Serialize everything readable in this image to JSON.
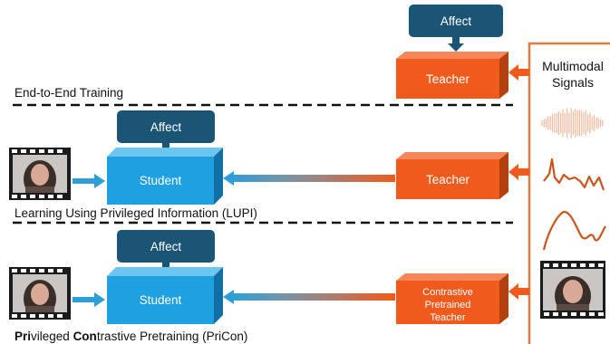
{
  "section_titles": {
    "end_to_end": "End-to-End Training",
    "lupi": "Learning Using Privileged Information (LUPI)",
    "pricon_parts": [
      "Pri",
      "vileged ",
      "Con",
      "trastive Pretraining (PriCon)"
    ]
  },
  "signals_panel": {
    "title_line1": "Multimodal",
    "title_line2": "Signals",
    "items": [
      "audio-waveform",
      "signal-trace",
      "smooth-curve",
      "video-frame"
    ]
  },
  "top_row": {
    "affect_label": "Affect",
    "teacher_label": "Teacher"
  },
  "lupi_row": {
    "affect_label": "Affect",
    "student_label": "Student",
    "teacher_label": "Teacher"
  },
  "pricon_row": {
    "affect_label": "Affect",
    "student_label": "Student",
    "teacher_line1": "Contrastive",
    "teacher_line2": "Pretrained",
    "teacher_line3": "Teacher"
  },
  "colors": {
    "affect_box": "#1b5576",
    "student_box": "#1fa0e0",
    "teacher_box": "#f05a1c",
    "panel_border": "#e07a45",
    "arrow_blue": "#2e9ed6",
    "arrow_orange": "#f05a1c",
    "signal_light": "#f0b79c",
    "signal_dark": "#c8561c"
  }
}
